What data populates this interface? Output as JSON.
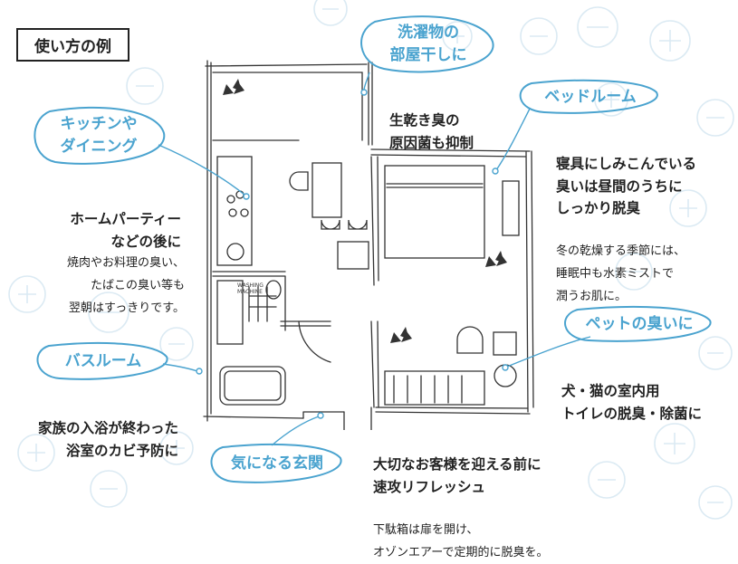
{
  "title": "使い方の例",
  "colors": {
    "accent": "#4aa3cf",
    "ink": "#222222",
    "deco": "#dbeaf3"
  },
  "bubbles": {
    "laundry": "洗濯物の\n部屋干しに",
    "kitchen": "キッチンや\nダイニング",
    "bedroom": "ベッドルーム",
    "pet": "ペットの臭いに",
    "bath": "バスルーム",
    "entrance": "気になる玄関"
  },
  "texts": {
    "laundry_main": "生乾き臭の\n原因菌も抑制",
    "kitchen_main": "ホームパーティー\nなどの後に",
    "kitchen_sub": "焼肉やお料理の臭い、\nたばこの臭い等も\n翌朝はすっきりです。",
    "bedroom_main": "寝具にしみこんでいる\n臭いは昼間のうちに\nしっかり脱臭",
    "bedroom_sub": "冬の乾燥する季節には、\n睡眠中も水素ミストで\n潤うお肌に。",
    "pet_main": "犬・猫の室内用\nトイレの脱臭・除菌に",
    "bath_main": "家族の入浴が終わった\n浴室のカビ予防に",
    "entrance_main": "大切なお客様を迎える前に\n速攻リフレッシュ",
    "entrance_sub": "下駄箱は扉を開け、\nオゾンエアーで定期的に脱臭を。"
  },
  "floorplan": {
    "washing_label": "WASHING\nMACHINE"
  }
}
